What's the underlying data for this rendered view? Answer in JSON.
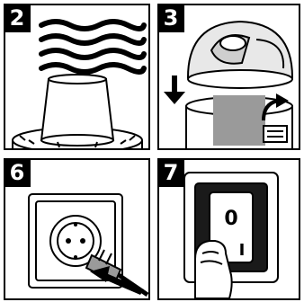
{
  "steps": [
    {
      "number": "2"
    },
    {
      "number": "3"
    },
    {
      "number": "6"
    },
    {
      "number": "7"
    }
  ],
  "switch": {
    "off_label": "0",
    "on_label": "I"
  }
}
